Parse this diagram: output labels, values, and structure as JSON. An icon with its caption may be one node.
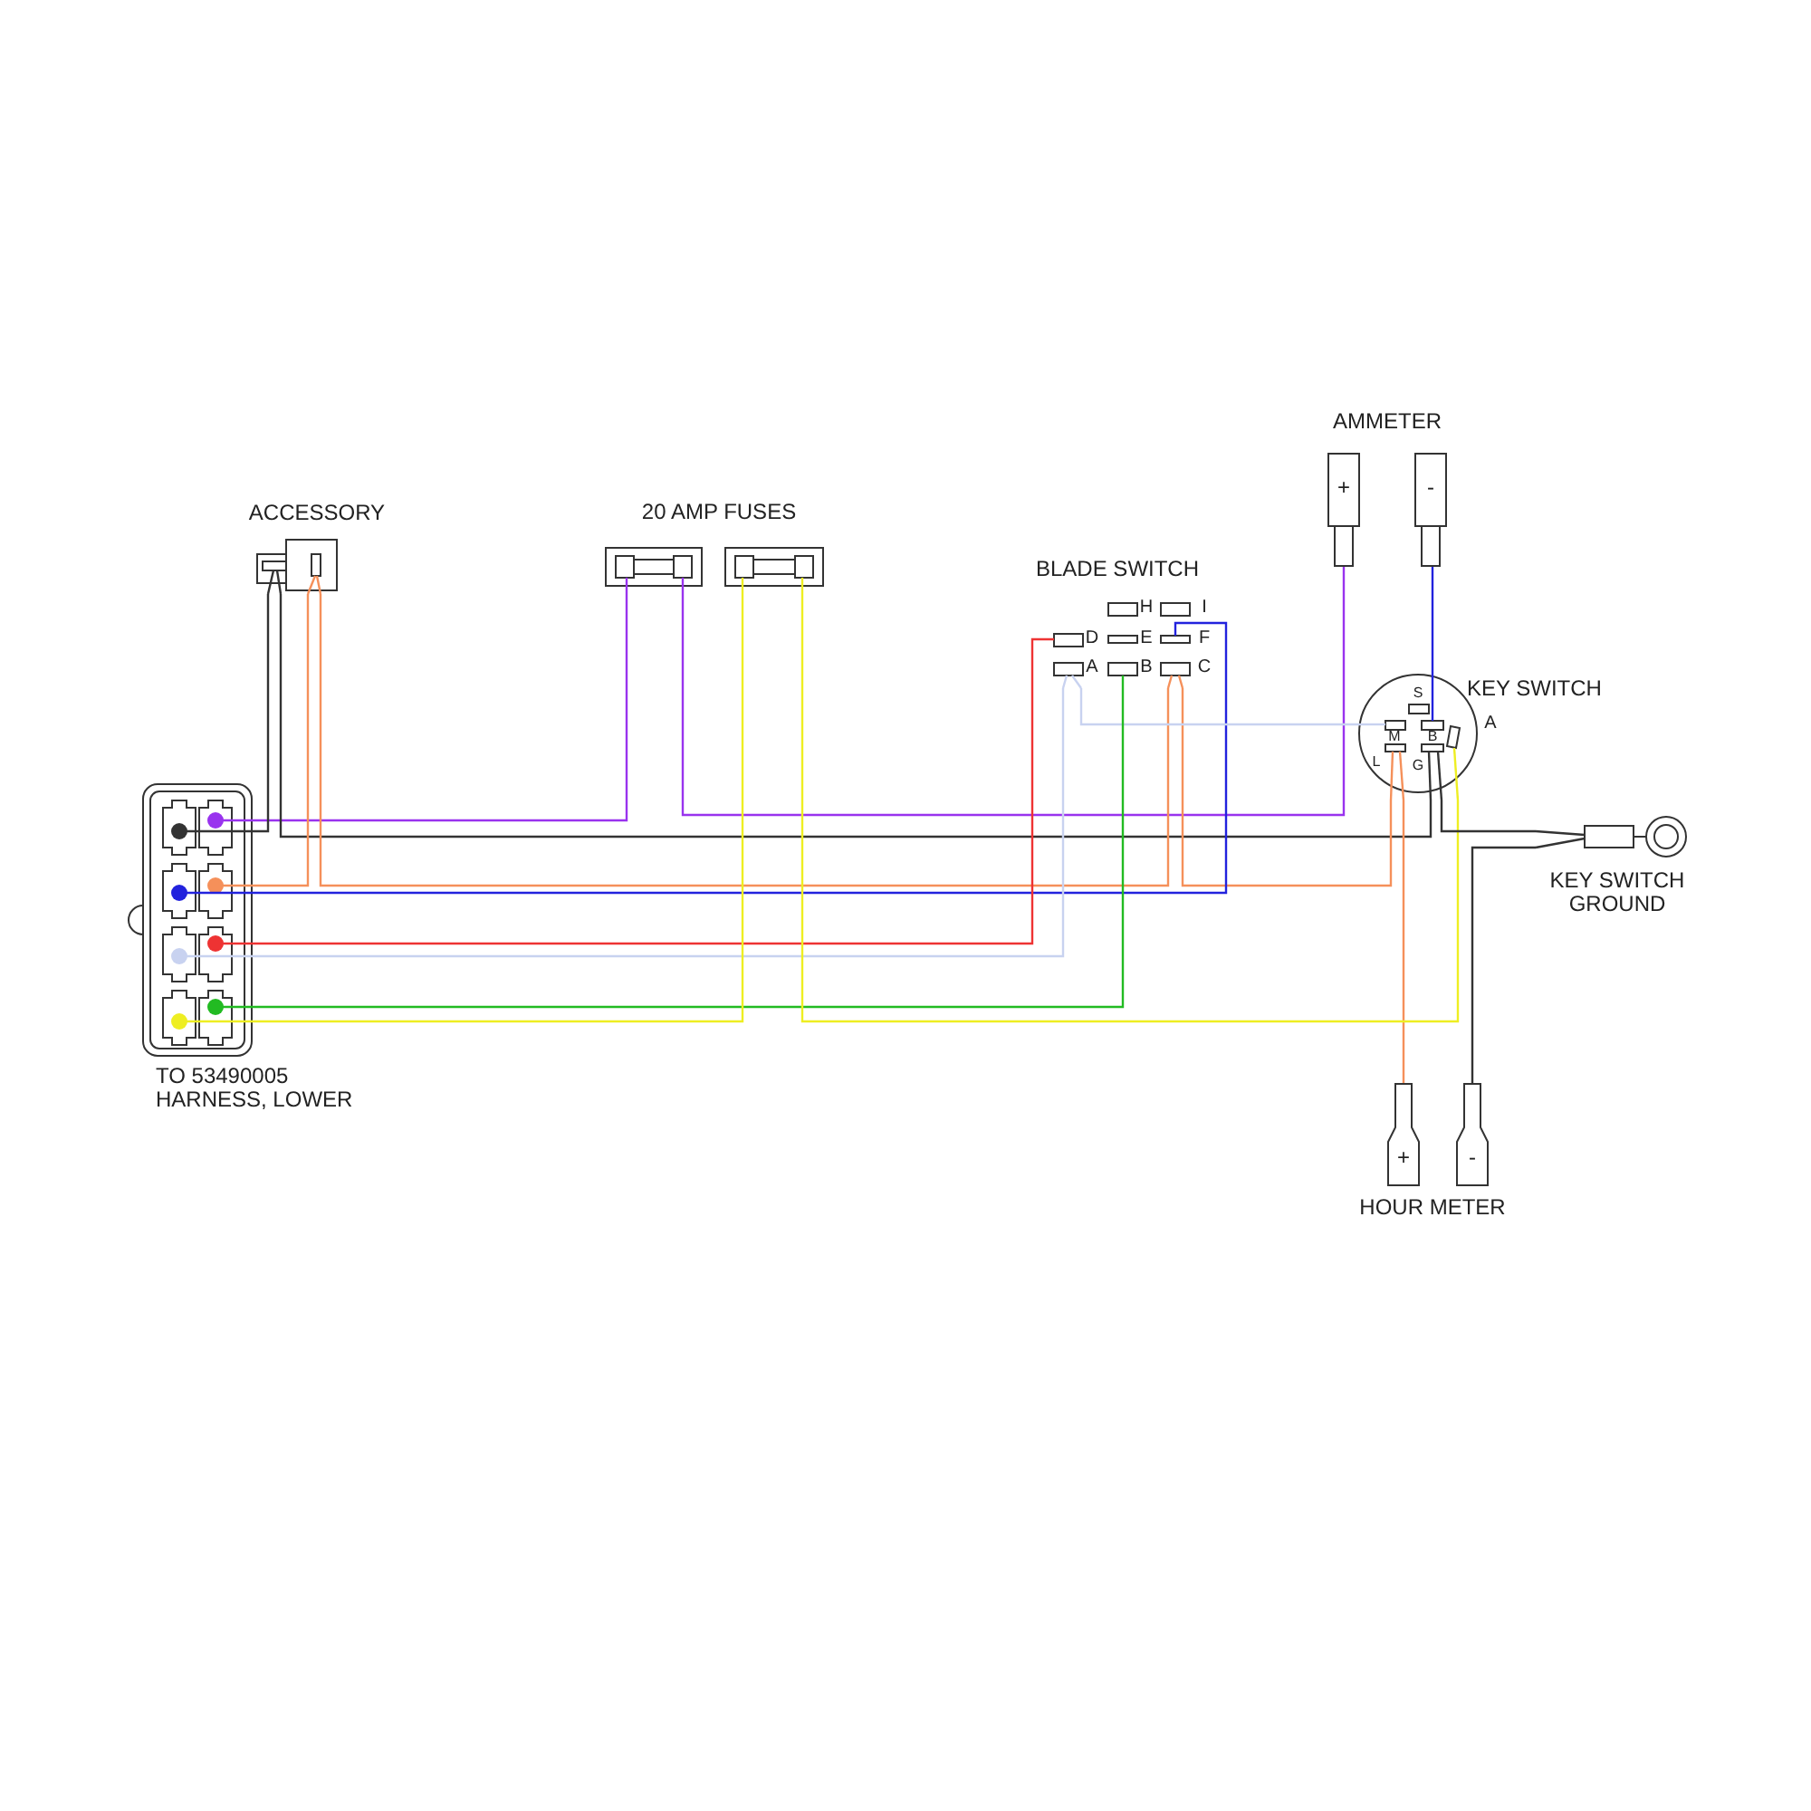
{
  "diagram": {
    "nodes": [
      {
        "text": [
          "TO 53490005 HARNESS, LOWER"
        ]
      },
      {
        "text": [
          "ACCESSORY"
        ]
      },
      {
        "text": [],
        "shape": "box"
      },
      {
        "text": [],
        "shape": "box"
      },
      {
        "text": [
          "BLADE SWITCH"
        ]
      },
      {
        "text": [
          "+"
        ]
      },
      {
        "text": [
          "-"
        ]
      },
      {
        "text": [
          "KEY SWITCH"
        ]
      },
      {
        "text": [
          "KEY SWITCH GROUND"
        ]
      },
      {
        "text": [
          "+"
        ]
      },
      {
        "text": [
          "-"
        ]
      }
    ],
    "edges": [
      {
        "from": 0,
        "to": 2,
        "arrow": "none",
        "color": "#9933ee"
      },
      {
        "from": 2,
        "to": 5,
        "arrow": "none",
        "color": "#9933ee"
      },
      {
        "from": 0,
        "to": 1,
        "arrow": "none",
        "color": "#333333"
      },
      {
        "from": 1,
        "to": 7,
        "arrow": "none",
        "color": "#333333"
      },
      {
        "from": 0,
        "to": 1,
        "arrow": "none",
        "color": "#f5905a"
      },
      {
        "from": 1,
        "to": 4,
        "arrow": "none",
        "color": "#f5905a"
      },
      {
        "from": 4,
        "to": 7,
        "arrow": "none",
        "color": "#f5905a"
      },
      {
        "from": 7,
        "to": 9,
        "arrow": "none",
        "color": "#f5905a"
      },
      {
        "from": 0,
        "to": 4,
        "arrow": "none",
        "color": "#2222dd"
      },
      {
        "from": 6,
        "to": 7,
        "arrow": "none",
        "color": "#2222dd"
      },
      {
        "from": 0,
        "to": 4,
        "arrow": "none",
        "color": "#ee3333"
      },
      {
        "from": 0,
        "to": 4,
        "arrow": "none",
        "color": "#c8d2f0"
      },
      {
        "from": 4,
        "to": 7,
        "arrow": "none",
        "color": "#c8d2f0"
      },
      {
        "from": 0,
        "to": 4,
        "arrow": "none",
        "color": "#22bb22"
      },
      {
        "from": 0,
        "to": 3,
        "arrow": "none",
        "color": "#eeee22"
      },
      {
        "from": 3,
        "to": 7,
        "arrow": "none",
        "color": "#eeee22"
      },
      {
        "from": 7,
        "to": 8,
        "arrow": "none",
        "color": "#333333"
      },
      {
        "from": 10,
        "to": 8,
        "arrow": "none",
        "color": "#333333"
      }
    ],
    "labels": [
      "20 AMP FUSES",
      "AMMETER",
      "H",
      "I",
      "D",
      "E",
      "F",
      "A",
      "B",
      "C",
      "S",
      "M",
      "B",
      "A",
      "L",
      "G",
      "HOUR METER"
    ]
  }
}
